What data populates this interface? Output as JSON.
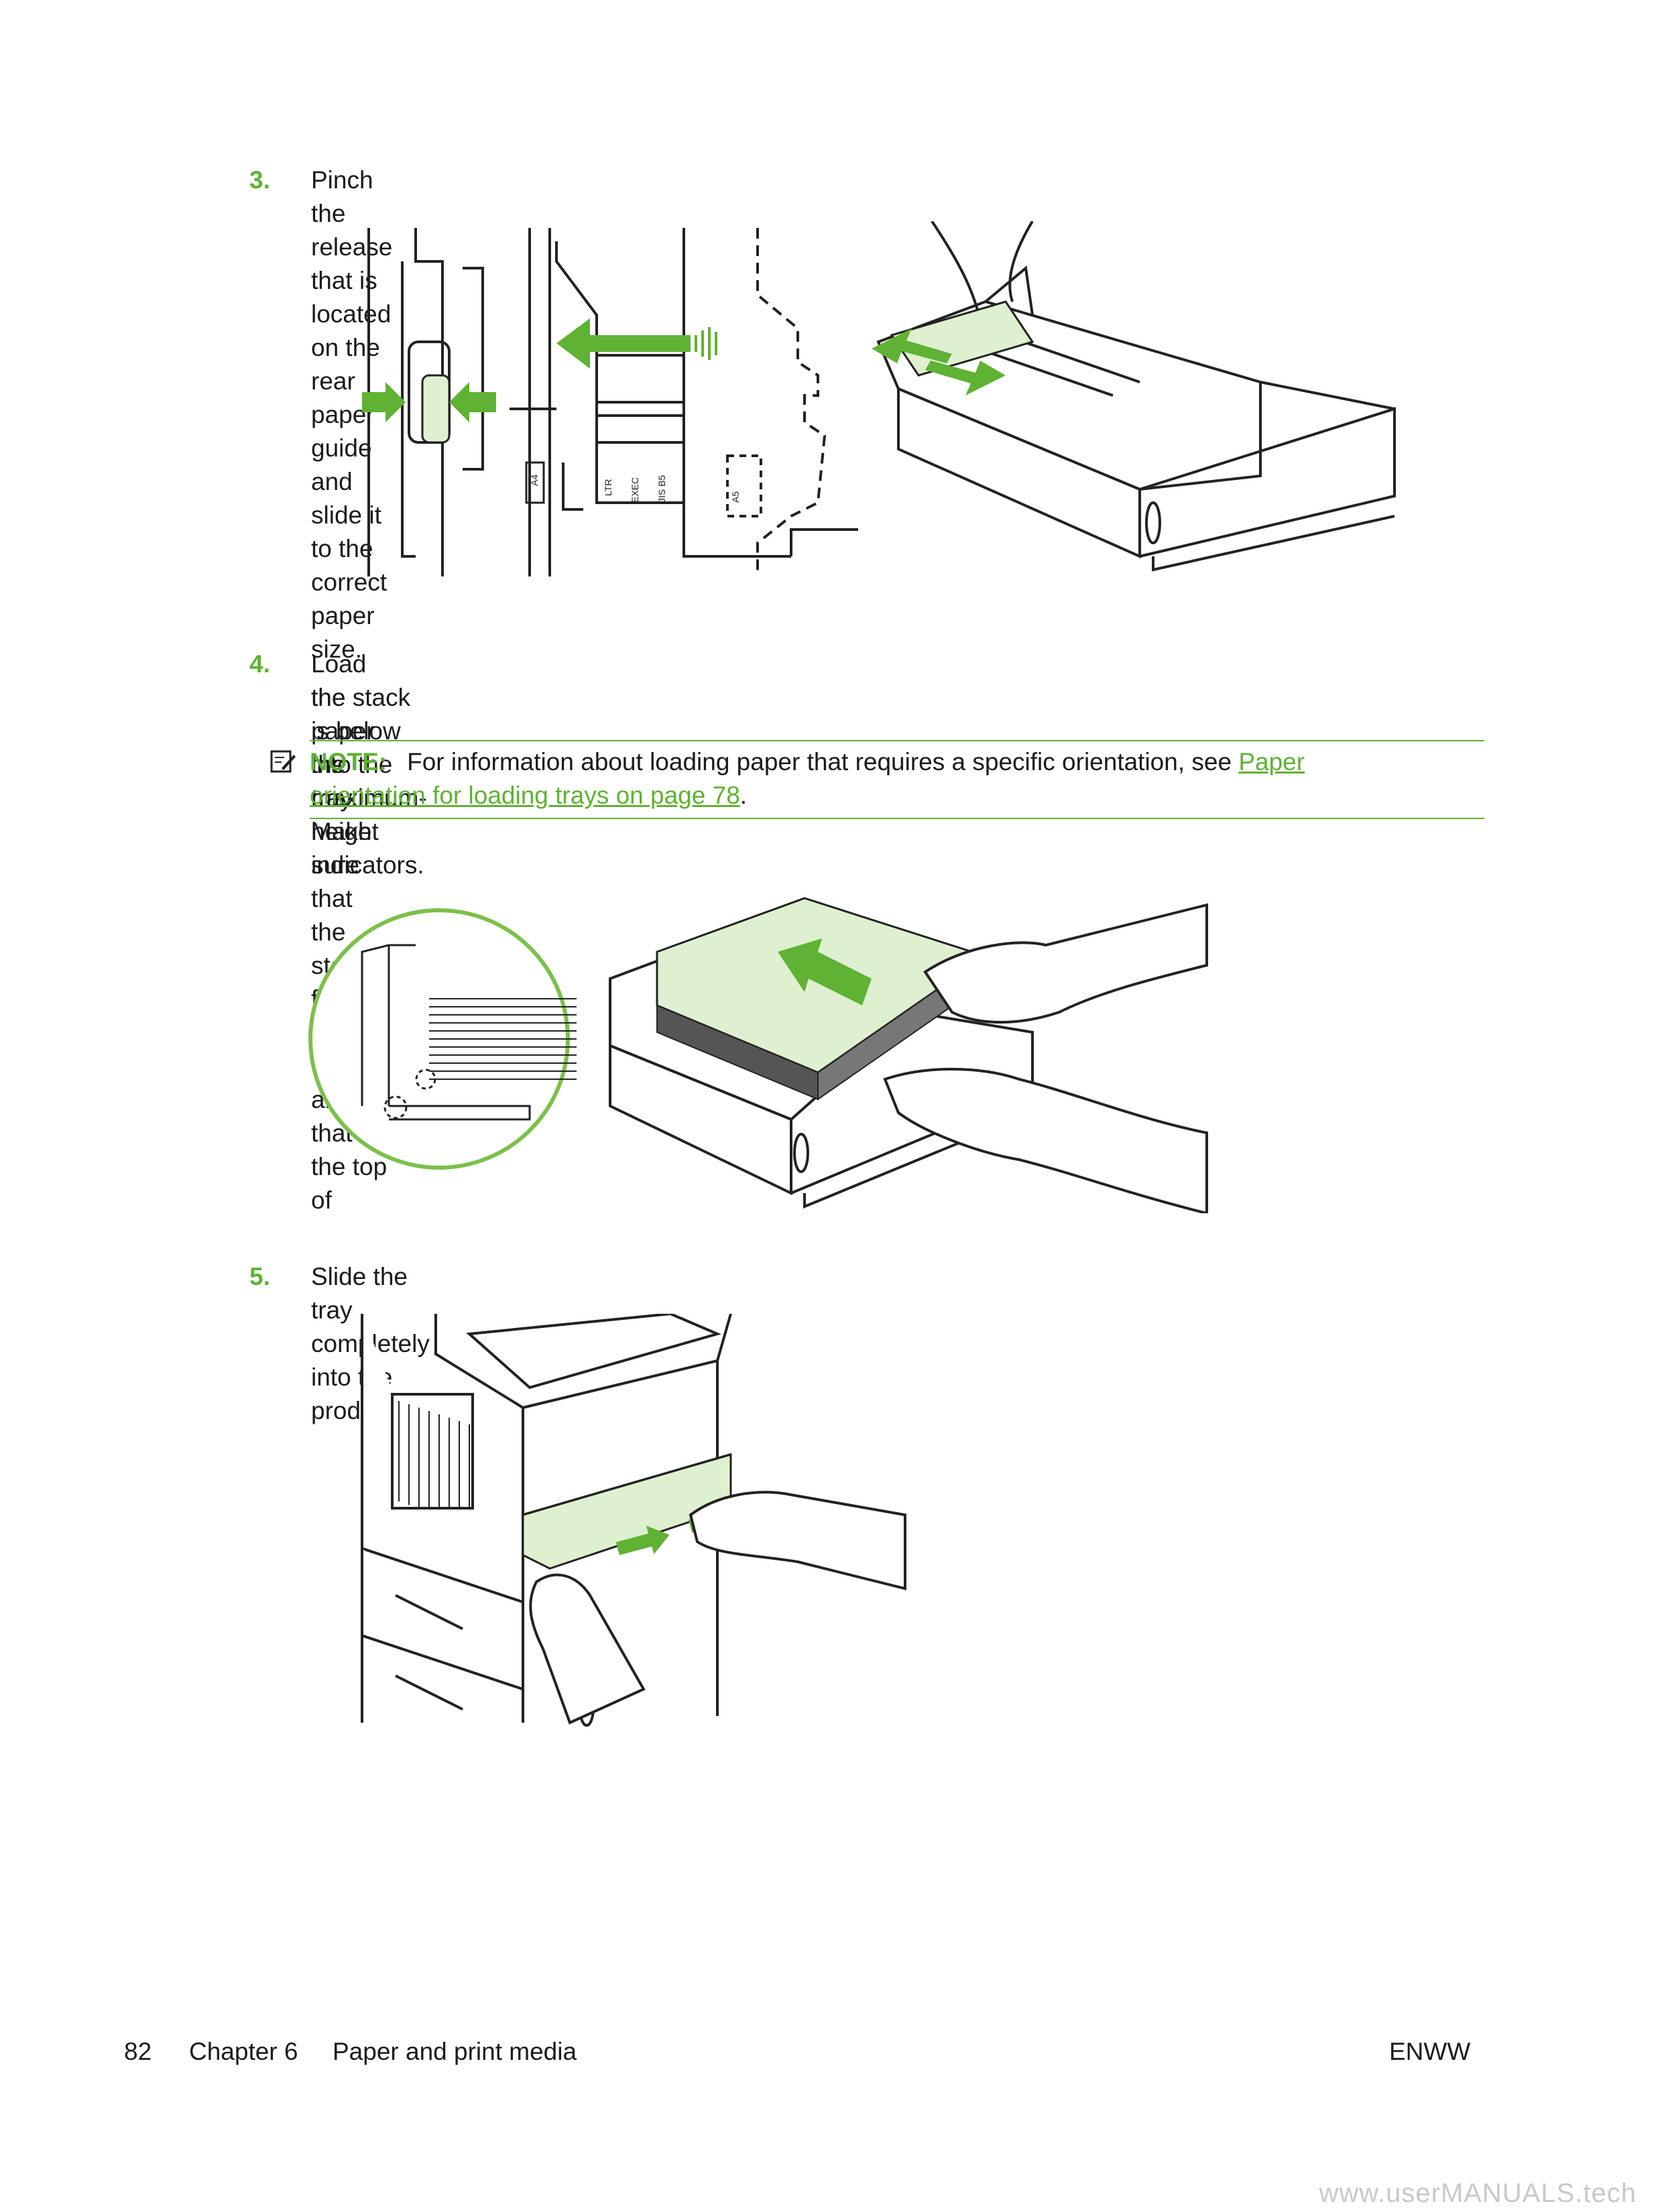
{
  "steps": [
    {
      "number": "3.",
      "text": "Pinch the release that is located on the rear paper guide and slide it to the correct paper size."
    },
    {
      "number": "4.",
      "text_line1": "Load the paper into the tray. Make sure that the stack is flat at all four corners and that the top of",
      "text_line2": "the stack is below the maximum-height indicators."
    },
    {
      "number": "5.",
      "text": "Slide the tray completely into the product."
    }
  ],
  "note": {
    "label": "NOTE:",
    "text": "For information about loading paper that requires a specific orientation, see ",
    "link_text_line1": "Paper",
    "link_text_line2": "orientation for loading trays on page 78",
    "trailing": "."
  },
  "figure1": {
    "size_labels": [
      "A4",
      "LTR",
      "EXEC",
      "JIS B5",
      "A5"
    ]
  },
  "footer": {
    "page_number": "82",
    "chapter": "Chapter 6",
    "section": "Paper and print media",
    "right": "ENWW"
  },
  "watermark": "www.userMANUALS.tech",
  "colors": {
    "accent": "#5fb233",
    "highlight_fill": "#dff0d0"
  }
}
